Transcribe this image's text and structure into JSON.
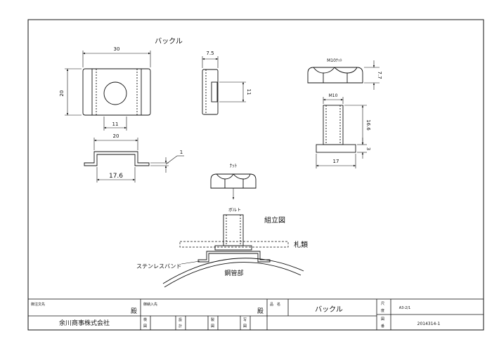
{
  "drawing": {
    "main_title": "バックル",
    "buckle_front": {
      "width_dim": "30",
      "height_dim": "20",
      "slot_dim": "11"
    },
    "buckle_side": {
      "thickness_dim": "7.5",
      "height_dim": "11"
    },
    "buckle_profile": {
      "top_dim": "20",
      "base_dim": "17.6",
      "thickness_dim": "1"
    },
    "nut_detail": {
      "label": "M10ﾅｯﾄ",
      "height_dim": "7.7"
    },
    "bolt_detail": {
      "thread_label": "M10",
      "height_dim": "16.6",
      "flange_dim": "3",
      "width_dim": "17"
    },
    "assembly": {
      "nut_label": "ﾅｯﾄ",
      "bolt_label": "ボルト",
      "title": "組立図",
      "plate_label": "札類",
      "band_label": "ステンレスバンド",
      "pipe_label": "鋼管部"
    }
  },
  "title_block": {
    "orderer_label": "御注文先",
    "orderer_suffix": "殿",
    "delivery_label": "御納入先",
    "delivery_suffix": "殿",
    "name_label": "品　名",
    "product_name": "バックル",
    "scale_label_1": "尺",
    "scale_label_2": "度",
    "scale_value": "A3-2/1",
    "drawing_no_label_1": "図",
    "drawing_no_label_2": "番",
    "drawing_no": "2014314-1",
    "company": "余川商事株式会社",
    "inspect_label_1": "検",
    "inspect_label_2": "図",
    "design_label_1": "設",
    "design_label_2": "計",
    "draw_label_1": "製",
    "draw_label_2": "図",
    "trace_label_1": "写",
    "trace_label_2": "図"
  }
}
